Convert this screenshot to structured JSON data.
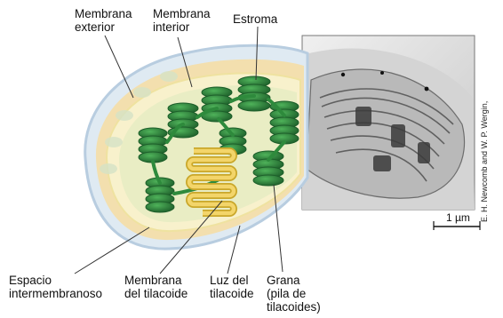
{
  "labels": {
    "outer_membrane": "Membrana\nexterior",
    "inner_membrane": "Membrana\ninterior",
    "stroma": "Estroma",
    "intermembrane_space": "Espacio\nintermembranoso",
    "thylakoid_membrane": "Membrana\ndel tilacoide",
    "thylakoid_lumen": "Luz del\ntilacoide",
    "granum": "Grana\n(pila de\ntilacoides)"
  },
  "scale_bar": {
    "label": "1 µm"
  },
  "credit": "E. H. Newcomb and W. P. Wergin,",
  "colors": {
    "outer_membrane": "#cfe0ec",
    "intermembrane": "#f3dfae",
    "inner_membrane": "#f6f0c8",
    "stroma": "#e7ecc2",
    "thylakoid": "#2e8a3c",
    "thylakoid_dark": "#1d5e2a",
    "lumen": "#f3d56a",
    "micrograph_bg": "#e6e6e6"
  }
}
